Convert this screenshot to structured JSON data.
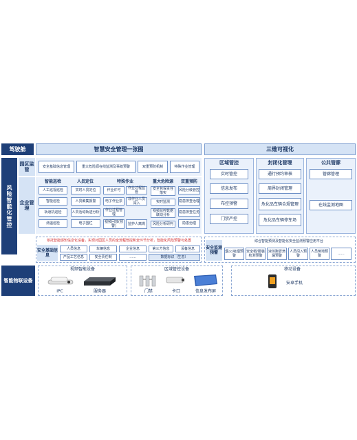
{
  "row1": {
    "left_label": "驾驶舱",
    "center_title": "智慧安全管理一张图",
    "right_title": "三维可视化"
  },
  "side": {
    "risk_label": "风险智能化管控",
    "park_label": "园区监管",
    "enterprise_label": "企业管理",
    "iot_label": "智能物联设备"
  },
  "park_items": [
    "安全基础信息管理",
    "重大危险源在线监测及事故预警",
    "双重预防机制",
    "特殊作业管理"
  ],
  "enterprise_cols": [
    {
      "title": "智能巡检",
      "items": [
        "人工巡视巡检",
        "智能巡检",
        "轨道机巡检",
        "测温巡检"
      ]
    },
    {
      "title": "人员定位",
      "items": [
        "实时人员定位",
        "人员聚集报警",
        "人员活动轨迹分析",
        "电子围栏"
      ]
    },
    {
      "title": "特殊作业",
      "items": [
        "作业许可",
        "作业过程监管",
        "电子作业票",
        "非作业人员闯入",
        "作业过程管理",
        "视频回放(预警)",
        "监护人离岗"
      ]
    },
    {
      "title": "重大危险源",
      "items": [
        "安全包保责任落实",
        "实时监测",
        "视频监控数据联动分析",
        "风险分析研判"
      ]
    },
    {
      "title": "双重预防",
      "items": [
        "风险分级管控",
        "隐患排查治理",
        "隐患排查任务",
        "隐患治理"
      ]
    }
  ],
  "closed": {
    "title": "区域管控",
    "items": [
      "实时管控",
      "信息发布",
      "布控预警",
      "门禁严控"
    ]
  },
  "closed_mgmt": {
    "title": "封闭化管理",
    "items": [
      "通行预约审核",
      "周界封闭管理",
      "危化品车辆合规管理",
      "危化品车辆停车场"
    ]
  },
  "public": {
    "title": "公共管廊",
    "items": [
      "管廊管理",
      "在线监测地图"
    ]
  },
  "red_note": "依托智能感知信息化设备，实现对园区人员的全流程管控和全环节分析，智能化风险预警与处置",
  "basic_info": {
    "label": "安全基础信息",
    "cells": [
      "人员信息",
      "车辆信息",
      "企业信息",
      "第三方信息",
      "设备信息",
      "产品工艺信息",
      "安全责任制",
      "......",
      "数据标识（生态）"
    ]
  },
  "smart_monitor": {
    "label": "安全监测预警",
    "top_note": "综合智能预测及智能化安全监测预警应用平台",
    "cells": [
      "烟火/吸烟预警",
      "安全帽/服装检测预警",
      "液体跑冒滴漏预警",
      "人员闯入预警",
      "人员倒地预警",
      "......"
    ]
  },
  "devices": {
    "video_title": "视频智能设备",
    "video_items": [
      "IPC",
      "服务器"
    ],
    "area_title": "区域管控设备",
    "area_items": [
      "门禁",
      "卡口",
      "信息发布屏"
    ],
    "mobile_title": "移动设备",
    "mobile_items": [
      "安卓手机"
    ]
  }
}
